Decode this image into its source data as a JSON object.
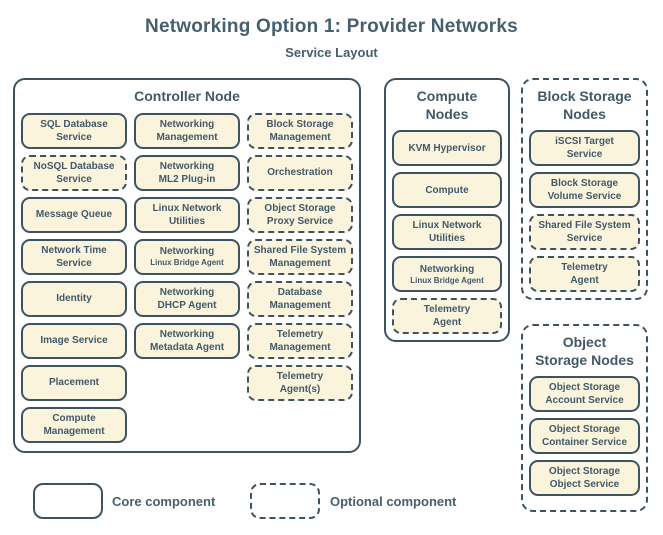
{
  "page": {
    "title": "Networking Option 1: Provider Networks",
    "subtitle": "Service Layout"
  },
  "colors": {
    "slate_text": "#46606d",
    "slate_border": "#3e5361",
    "box_fill": "#fbf4dc",
    "background": "#ffffff"
  },
  "legend": {
    "core_label": "Core component",
    "optional_label": "Optional component"
  },
  "controller": {
    "title": "Controller Node",
    "optional": false,
    "columns": [
      {
        "items": [
          {
            "label": "SQL Database\nService",
            "type": "core",
            "optional": false
          },
          {
            "label": "NoSQL Database\nService",
            "type": "optional",
            "optional": true
          },
          {
            "label": "Message Queue",
            "type": "core",
            "optional": false
          },
          {
            "label": "Network Time\nService",
            "type": "core",
            "optional": false
          },
          {
            "label": "Identity",
            "type": "core",
            "optional": false
          },
          {
            "label": "Image Service",
            "type": "core",
            "optional": false
          },
          {
            "label": "Placement",
            "type": "core",
            "optional": false
          },
          {
            "label": "Compute\nManagement",
            "type": "core",
            "optional": false
          }
        ]
      },
      {
        "items": [
          {
            "label": "Networking\nManagement",
            "type": "core",
            "optional": false
          },
          {
            "label": "Networking\nML2 Plug-in",
            "type": "core",
            "optional": false
          },
          {
            "label": "Linux Network\nUtilities",
            "type": "core",
            "optional": false
          },
          {
            "label": "Networking",
            "sub": "Linux Bridge Agent",
            "type": "core",
            "optional": false
          },
          {
            "label": "Networking\nDHCP Agent",
            "type": "core",
            "optional": false
          },
          {
            "label": "Networking\nMetadata Agent",
            "type": "core",
            "optional": false
          }
        ]
      },
      {
        "items": [
          {
            "label": "Block Storage\nManagement",
            "type": "optional",
            "optional": true
          },
          {
            "label": "Orchestration",
            "type": "optional",
            "optional": true
          },
          {
            "label": "Object Storage\nProxy Service",
            "type": "optional",
            "optional": true
          },
          {
            "label": "Shared File System\nManagement",
            "type": "optional",
            "optional": true
          },
          {
            "label": "Database\nManagement",
            "type": "optional",
            "optional": true
          },
          {
            "label": "Telemetry\nManagement",
            "type": "optional",
            "optional": true
          },
          {
            "label": "Telemetry\nAgent(s)",
            "type": "optional",
            "optional": true
          }
        ]
      }
    ]
  },
  "compute": {
    "title": "Compute\nNodes",
    "optional": false,
    "items": [
      {
        "label": "KVM Hypervisor",
        "type": "core",
        "optional": false
      },
      {
        "label": "Compute",
        "type": "core",
        "optional": false
      },
      {
        "label": "Linux Network\nUtilities",
        "type": "core",
        "optional": false
      },
      {
        "label": "Networking",
        "sub": "Linux Bridge Agent",
        "type": "core",
        "optional": false
      },
      {
        "label": "Telemetry\nAgent",
        "type": "optional",
        "optional": true
      }
    ]
  },
  "block_storage": {
    "title": "Block Storage\nNodes",
    "optional": true,
    "items": [
      {
        "label": "iSCSI Target\nService",
        "type": "core",
        "optional": false
      },
      {
        "label": "Block Storage\nVolume Service",
        "type": "core",
        "optional": false
      },
      {
        "label": "Shared File System\nService",
        "type": "optional",
        "optional": true
      },
      {
        "label": "Telemetry\nAgent",
        "type": "optional",
        "optional": true
      }
    ]
  },
  "object_storage": {
    "title": "Object\nStorage Nodes",
    "optional": true,
    "items": [
      {
        "label": "Object Storage\nAccount Service",
        "type": "core",
        "optional": false
      },
      {
        "label": "Object Storage\nContainer Service",
        "type": "core",
        "optional": false
      },
      {
        "label": "Object Storage\nObject Service",
        "type": "core",
        "optional": false
      }
    ]
  }
}
